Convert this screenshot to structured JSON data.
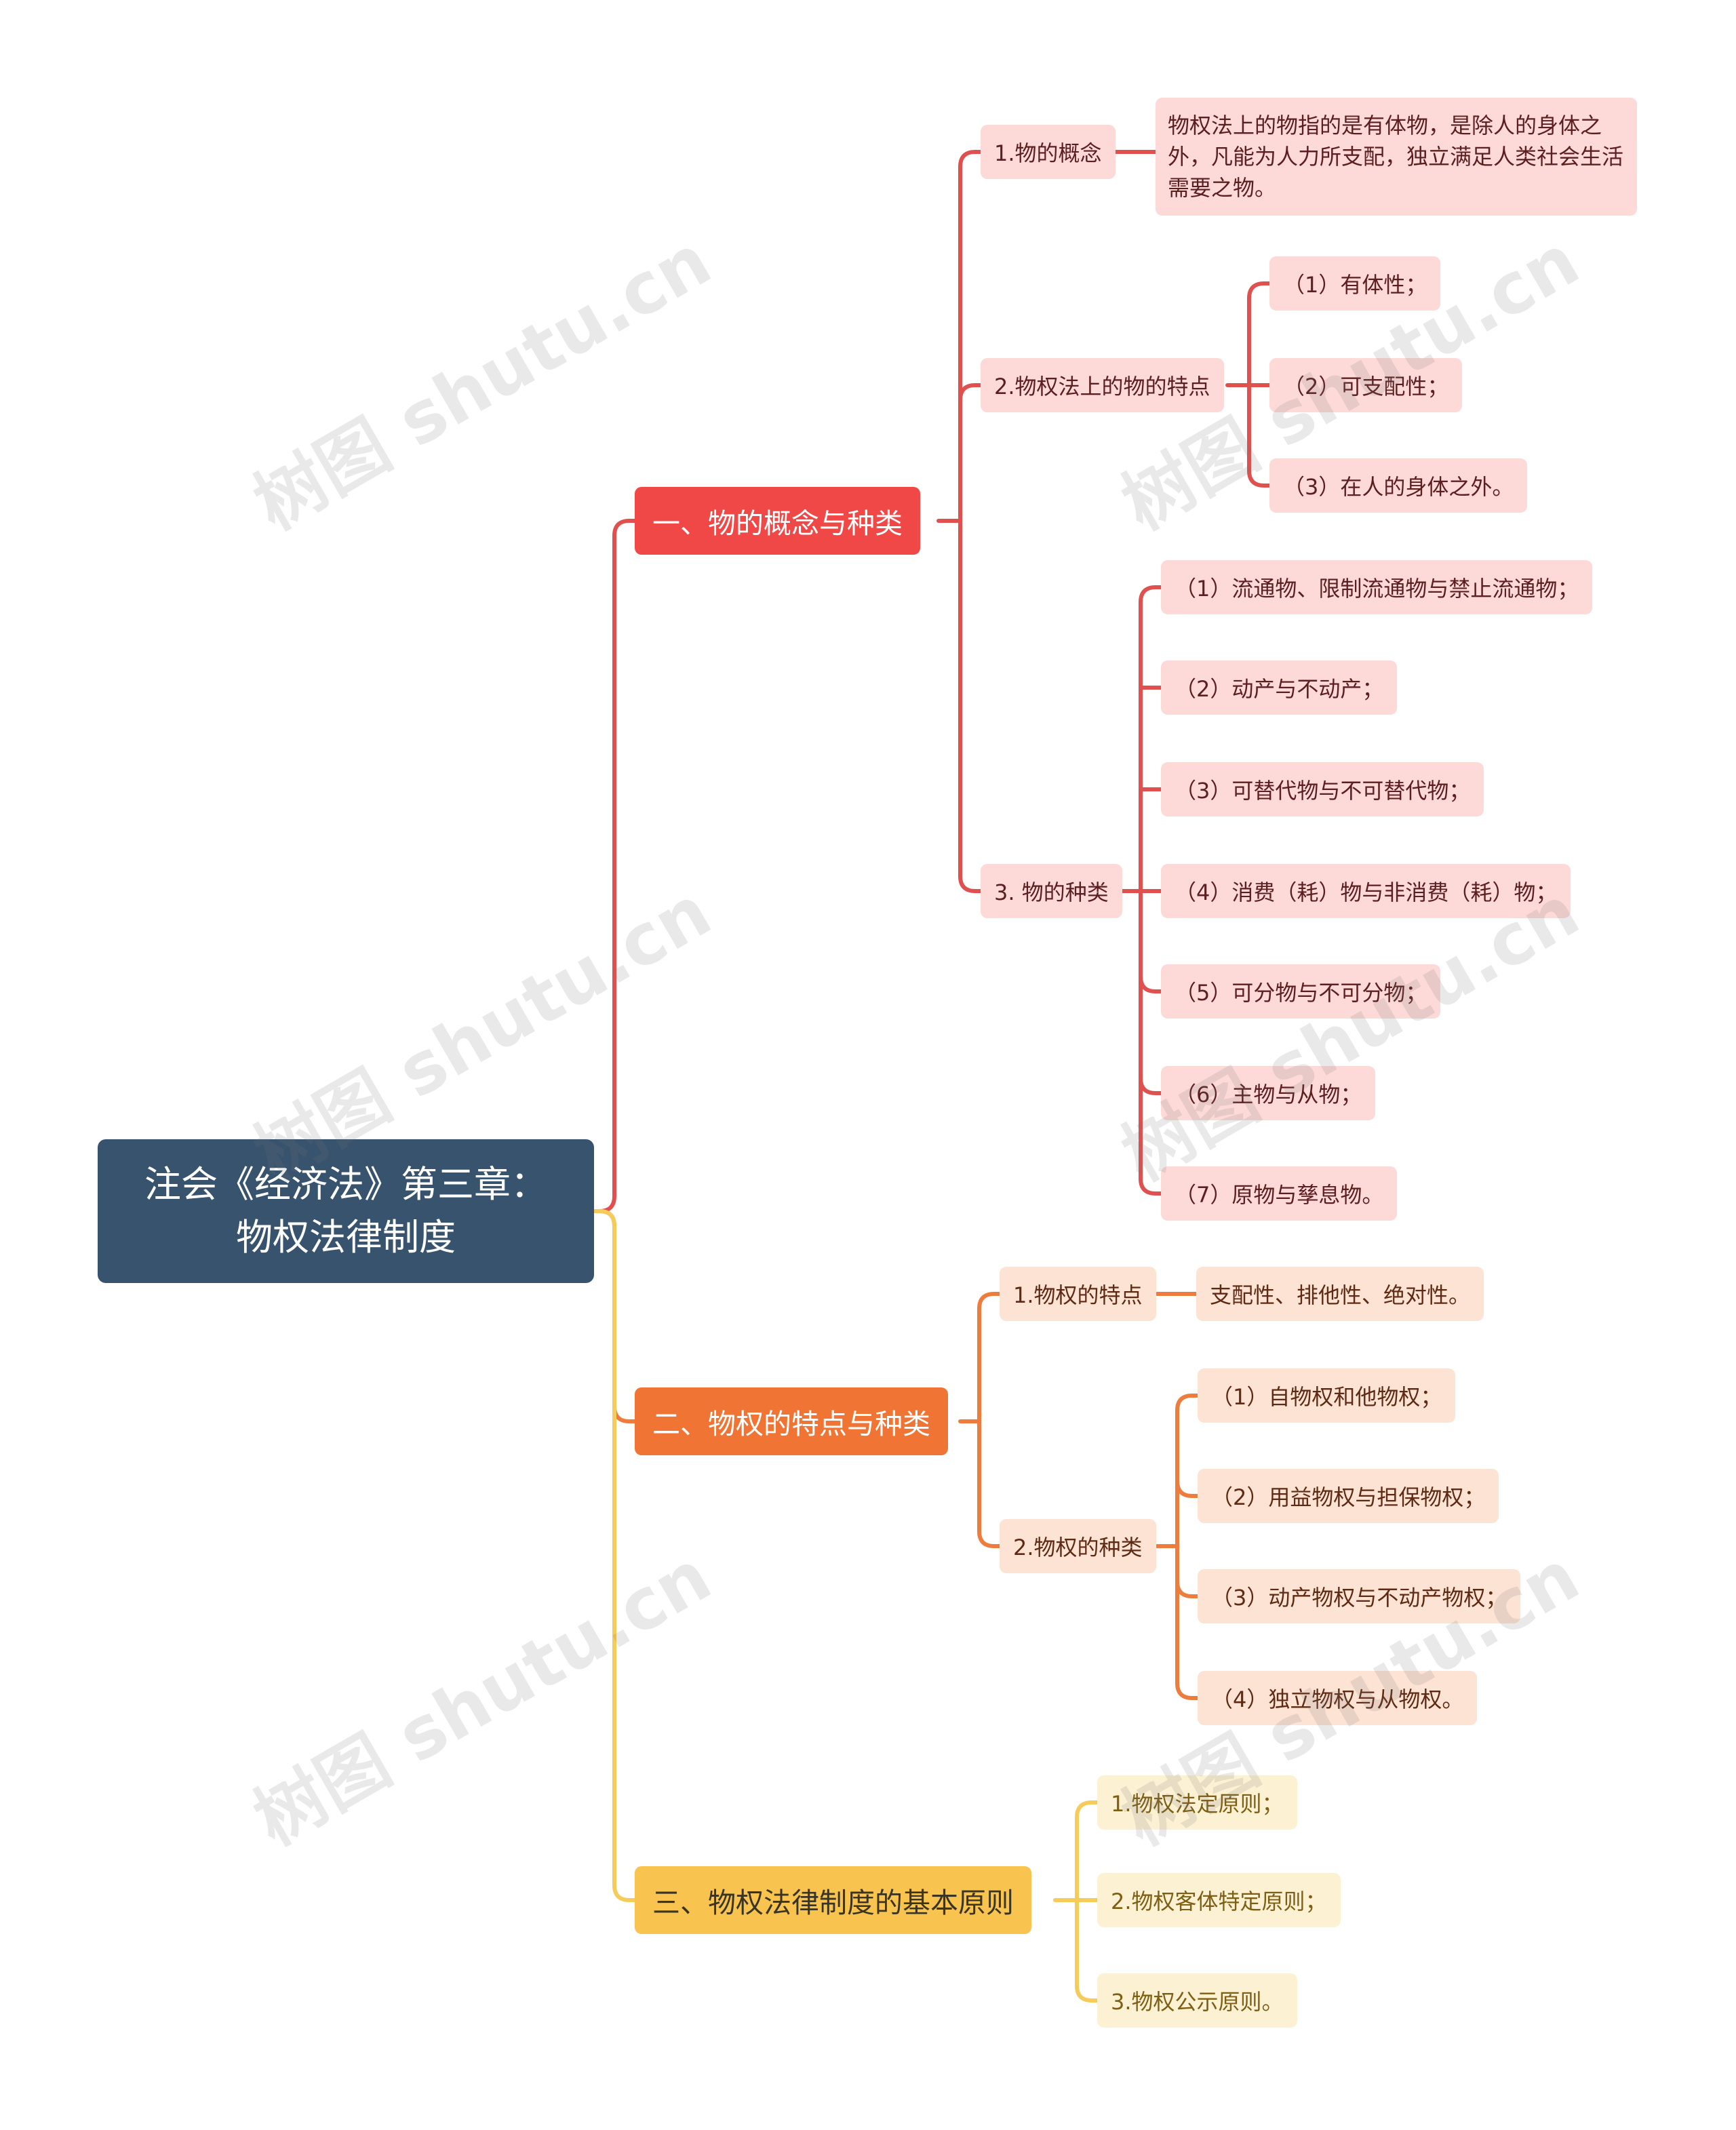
{
  "root": {
    "line1": "注会《经济法》第三章：",
    "line2": "物权法律制度"
  },
  "branches": [
    {
      "label": "一、物的概念与种类",
      "children": [
        {
          "label": "1.物的概念",
          "children": [
            "物权法上的物指的是有体物，是除人的身体之外，凡能为人力所支配，独立满足人类社会生活需要之物。"
          ]
        },
        {
          "label": "2.物权法上的物的特点",
          "children": [
            "（1）有体性；",
            "（2）可支配性；",
            "（3）在人的身体之外。"
          ]
        },
        {
          "label": "3. 物的种类",
          "children": [
            "（1）流通物、限制流通物与禁止流通物；",
            "（2）动产与不动产；",
            "（3）可替代物与不可替代物；",
            "（4）消费（耗）物与非消费（耗）物；",
            "（5）可分物与不可分物；",
            "（6）主物与从物；",
            "（7）原物与孳息物。"
          ]
        }
      ]
    },
    {
      "label": "二、物权的特点与种类",
      "children": [
        {
          "label": "1.物权的特点",
          "children": [
            "支配性、排他性、绝对性。"
          ]
        },
        {
          "label": "2.物权的种类",
          "children": [
            "（1）自物权和他物权；",
            "（2）用益物权与担保物权；",
            "（3）动产物权与不动产物权；",
            "（4）独立物权与从物权。"
          ]
        }
      ]
    },
    {
      "label": "三、物权法律制度的基本原则",
      "children": [
        {
          "label": "1.物权法定原则；"
        },
        {
          "label": "2.物权客体特定原则；"
        },
        {
          "label": "3.物权公示原则。"
        }
      ]
    }
  ],
  "watermark": "树图 shutu.cn",
  "colors": {
    "root": "#37536e",
    "branch_red": "#f04747",
    "branch_orange": "#f07433",
    "branch_yellow": "#f8c44f",
    "line_red": "#e0504f",
    "line_orange": "#ee7d3d",
    "line_yellow": "#f5cb59"
  }
}
